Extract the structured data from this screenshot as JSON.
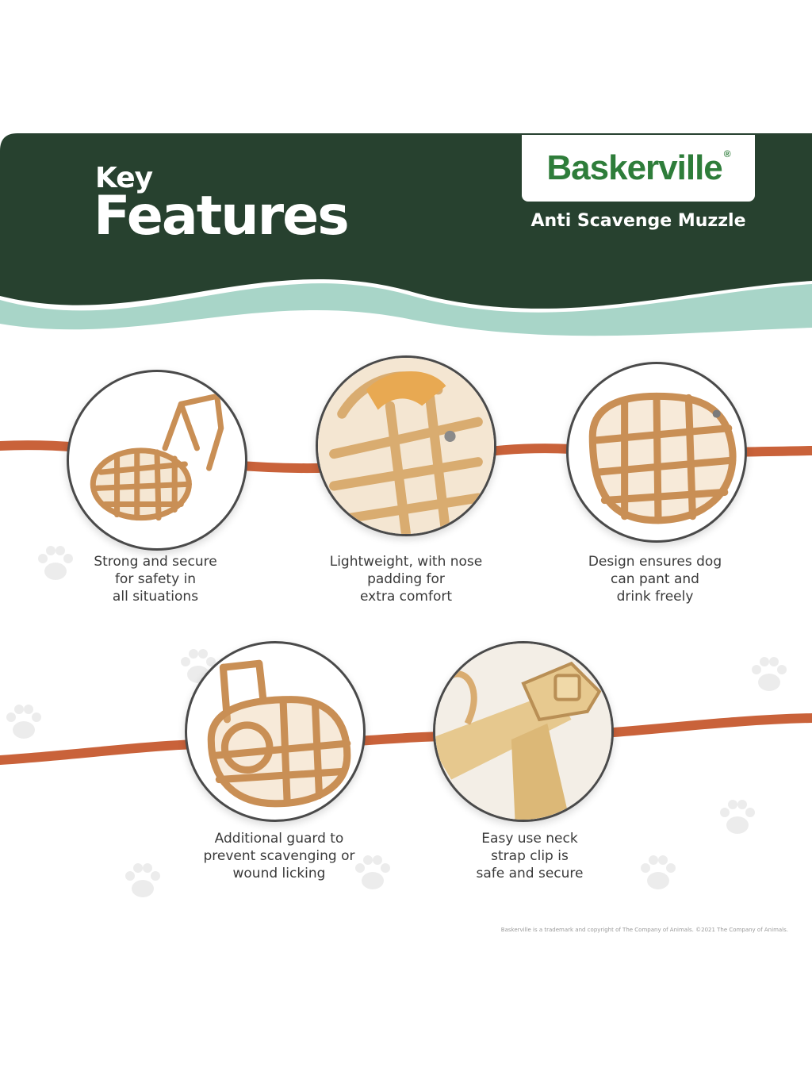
{
  "header": {
    "key_word": "Key",
    "features_word": "Features",
    "brand": "Baskerville",
    "registered_mark": "®",
    "product_name": "Anti Scavenge Muzzle"
  },
  "features": [
    {
      "caption_lines": [
        "Strong and secure",
        "for safety in",
        "all situations"
      ],
      "image": "full-muzzle-side-view"
    },
    {
      "caption_lines": [
        "Lightweight, with nose",
        "padding for",
        "extra comfort"
      ],
      "image": "nose-padding-closeup"
    },
    {
      "caption_lines": [
        "Design ensures dog",
        "can pant and",
        "drink freely"
      ],
      "image": "basket-front-view"
    },
    {
      "caption_lines": [
        "Additional guard to",
        "prevent scavenging or",
        "wound licking"
      ],
      "image": "guard-insert-view"
    },
    {
      "caption_lines": [
        "Easy use neck",
        "strap clip is",
        "safe and secure"
      ],
      "image": "strap-clip-closeup"
    }
  ],
  "footer": {
    "legal": "Baskerville is a trademark and copyright of The Company of Animals. ©2021 The Company of Animals."
  },
  "colors": {
    "banner_green": "#27412f",
    "wave_mint": "#a8d5c8",
    "line_orange": "#c9623a",
    "muzzle_tan": "#d4a166",
    "brand_green": "#2e7d3a"
  }
}
